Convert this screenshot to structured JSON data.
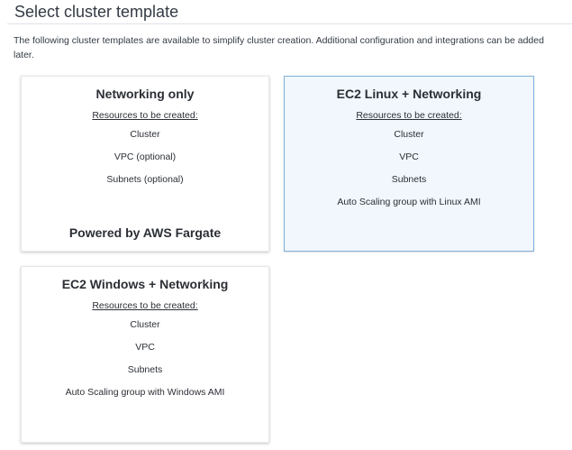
{
  "header": {
    "title": "Select cluster template",
    "description": "The following cluster templates are available to simplify cluster creation. Additional configuration and integrations can be added later."
  },
  "templates": [
    {
      "title": "Networking only",
      "resources_heading": "Resources to be created:",
      "resources": [
        "Cluster",
        "VPC (optional)",
        "Subnets (optional)"
      ],
      "footer": "Powered by AWS Fargate",
      "selected": false
    },
    {
      "title": "EC2 Linux + Networking",
      "resources_heading": "Resources to be created:",
      "resources": [
        "Cluster",
        "VPC",
        "Subnets",
        "Auto Scaling group with Linux AMI"
      ],
      "footer": "",
      "selected": true
    },
    {
      "title": "EC2 Windows + Networking",
      "resources_heading": "Resources to be created:",
      "resources": [
        "Cluster",
        "VPC",
        "Subnets",
        "Auto Scaling group with Windows AMI"
      ],
      "footer": "",
      "selected": false
    }
  ],
  "colors": {
    "selected_background": "#f1f7fc",
    "selected_border": "#7fb0dc"
  }
}
